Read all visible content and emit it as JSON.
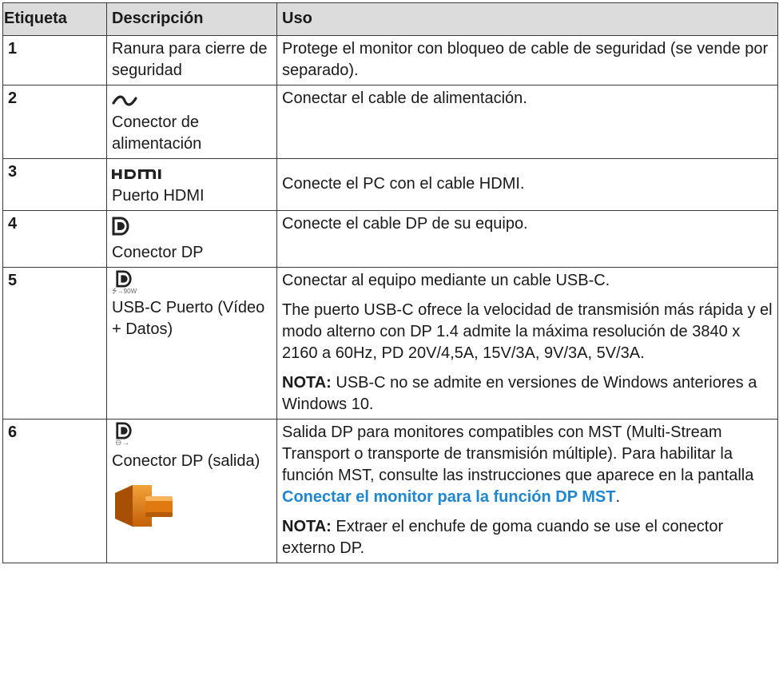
{
  "headers": {
    "label": "Etiqueta",
    "description": "Descripción",
    "use": "Uso"
  },
  "rows": [
    {
      "label": "1",
      "description": "Ranura para cierre de seguridad",
      "use": "Protege el monitor con bloqueo de cable de seguridad (se vende por separado)."
    },
    {
      "label": "2",
      "description": "Conector de alimentación",
      "use": "Conectar el cable de alimentación."
    },
    {
      "label": "3",
      "description": "Puerto HDMI",
      "use": "Conecte el PC con el cable HDMI."
    },
    {
      "label": "4",
      "description": "Conector DP",
      "use": "Conecte el cable DP de su equipo."
    },
    {
      "label": "5",
      "description": "USB-C Puerto (Vídeo + Datos)",
      "icon_tag": "90W",
      "use_1": "Conectar al equipo mediante un cable USB-C.",
      "use_2": "The puerto USB-C ofrece la velocidad de transmisión más rápida y el modo alterno con DP 1.4 admite la máxima resolución de 3840 x 2160 a 60Hz, PD 20V/4,5A, 15V/3A, 9V/3A, 5V/3A.",
      "note_label": "NOTA:",
      "note_text": " USB-C no se admite en versiones de Windows anteriores a Windows 10."
    },
    {
      "label": "6",
      "description": "Conector DP (salida)",
      "use_1": "Salida DP para monitores compatibles con MST (Multi-Stream Transport o transporte de transmisión múltiple). Para habilitar la función MST, consulte las instrucciones que aparece en la pantalla ",
      "use_1_link": "Conectar el monitor para la función DP MST",
      "use_1_end": ".",
      "note_label": "NOTA:",
      "note_text": " Extraer el enchufe de goma cuando se use el conector externo DP."
    }
  ],
  "colors": {
    "header_bg": "#dcdcdc",
    "link": "#1f87d1",
    "border": "#3a3a3a",
    "plug": "#e07a10"
  },
  "icons": [
    "power-ac-icon",
    "hdmi-logo-icon",
    "displayport-icon",
    "usbc-displayport-icon",
    "displayport-out-icon",
    "rubber-plug-image"
  ]
}
